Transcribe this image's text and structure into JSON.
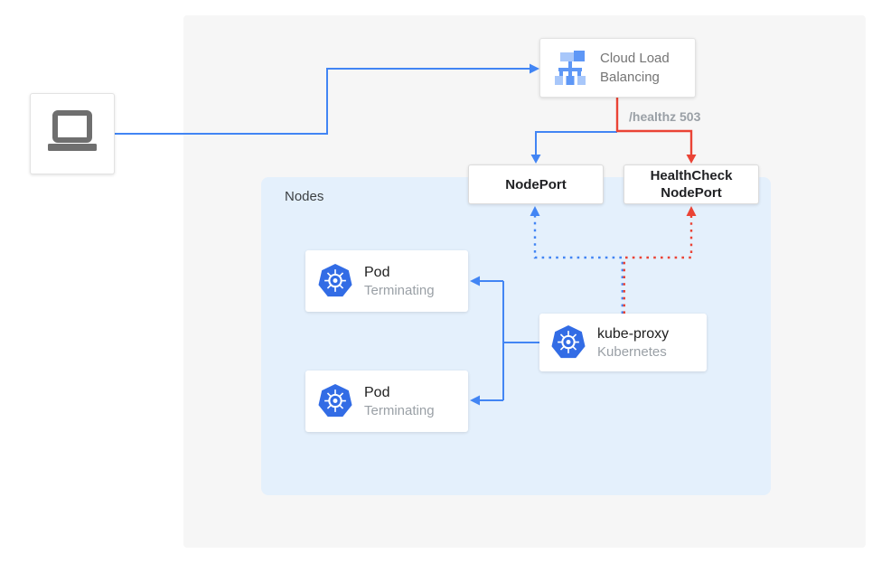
{
  "colors": {
    "blue": "#4285f4",
    "red": "#ea4335",
    "k8s_blue": "#326ce5",
    "lb_light": "#a8c7fa",
    "lb_med": "#5e97f6",
    "panel_gray": "#f6f6f6",
    "nodes_blue": "#e4f0fc"
  },
  "client": {
    "icon": "laptop-icon"
  },
  "load_balancer": {
    "label": "Cloud Load Balancing",
    "icon": "cloud-load-balancing-icon"
  },
  "healthz": {
    "label": "/healthz 503"
  },
  "nodeport": {
    "label": "NodePort"
  },
  "healthcheck_nodeport": {
    "label": "HealthCheck NodePort"
  },
  "nodes_group": {
    "label": "Nodes"
  },
  "pods": [
    {
      "title": "Pod",
      "status": "Terminating",
      "icon": "kubernetes-icon"
    },
    {
      "title": "Pod",
      "status": "Terminating",
      "icon": "kubernetes-icon"
    }
  ],
  "kube_proxy": {
    "title": "kube-proxy",
    "subtitle": "Kubernetes",
    "icon": "kubernetes-icon"
  },
  "edges": [
    {
      "from": "client",
      "to": "load-balancer",
      "style": "solid",
      "color": "blue"
    },
    {
      "from": "load-balancer",
      "to": "nodeport",
      "style": "solid",
      "color": "blue"
    },
    {
      "from": "load-balancer",
      "to": "healthcheck-nodeport",
      "style": "solid",
      "color": "red",
      "label": "/healthz 503"
    },
    {
      "from": "kube-proxy",
      "to": "nodeport",
      "style": "dotted",
      "color": "blue"
    },
    {
      "from": "kube-proxy",
      "to": "healthcheck-nodeport",
      "style": "dotted",
      "color": "red"
    },
    {
      "from": "kube-proxy",
      "to": "pod-1",
      "style": "solid",
      "color": "blue"
    },
    {
      "from": "kube-proxy",
      "to": "pod-2",
      "style": "solid",
      "color": "blue"
    }
  ]
}
